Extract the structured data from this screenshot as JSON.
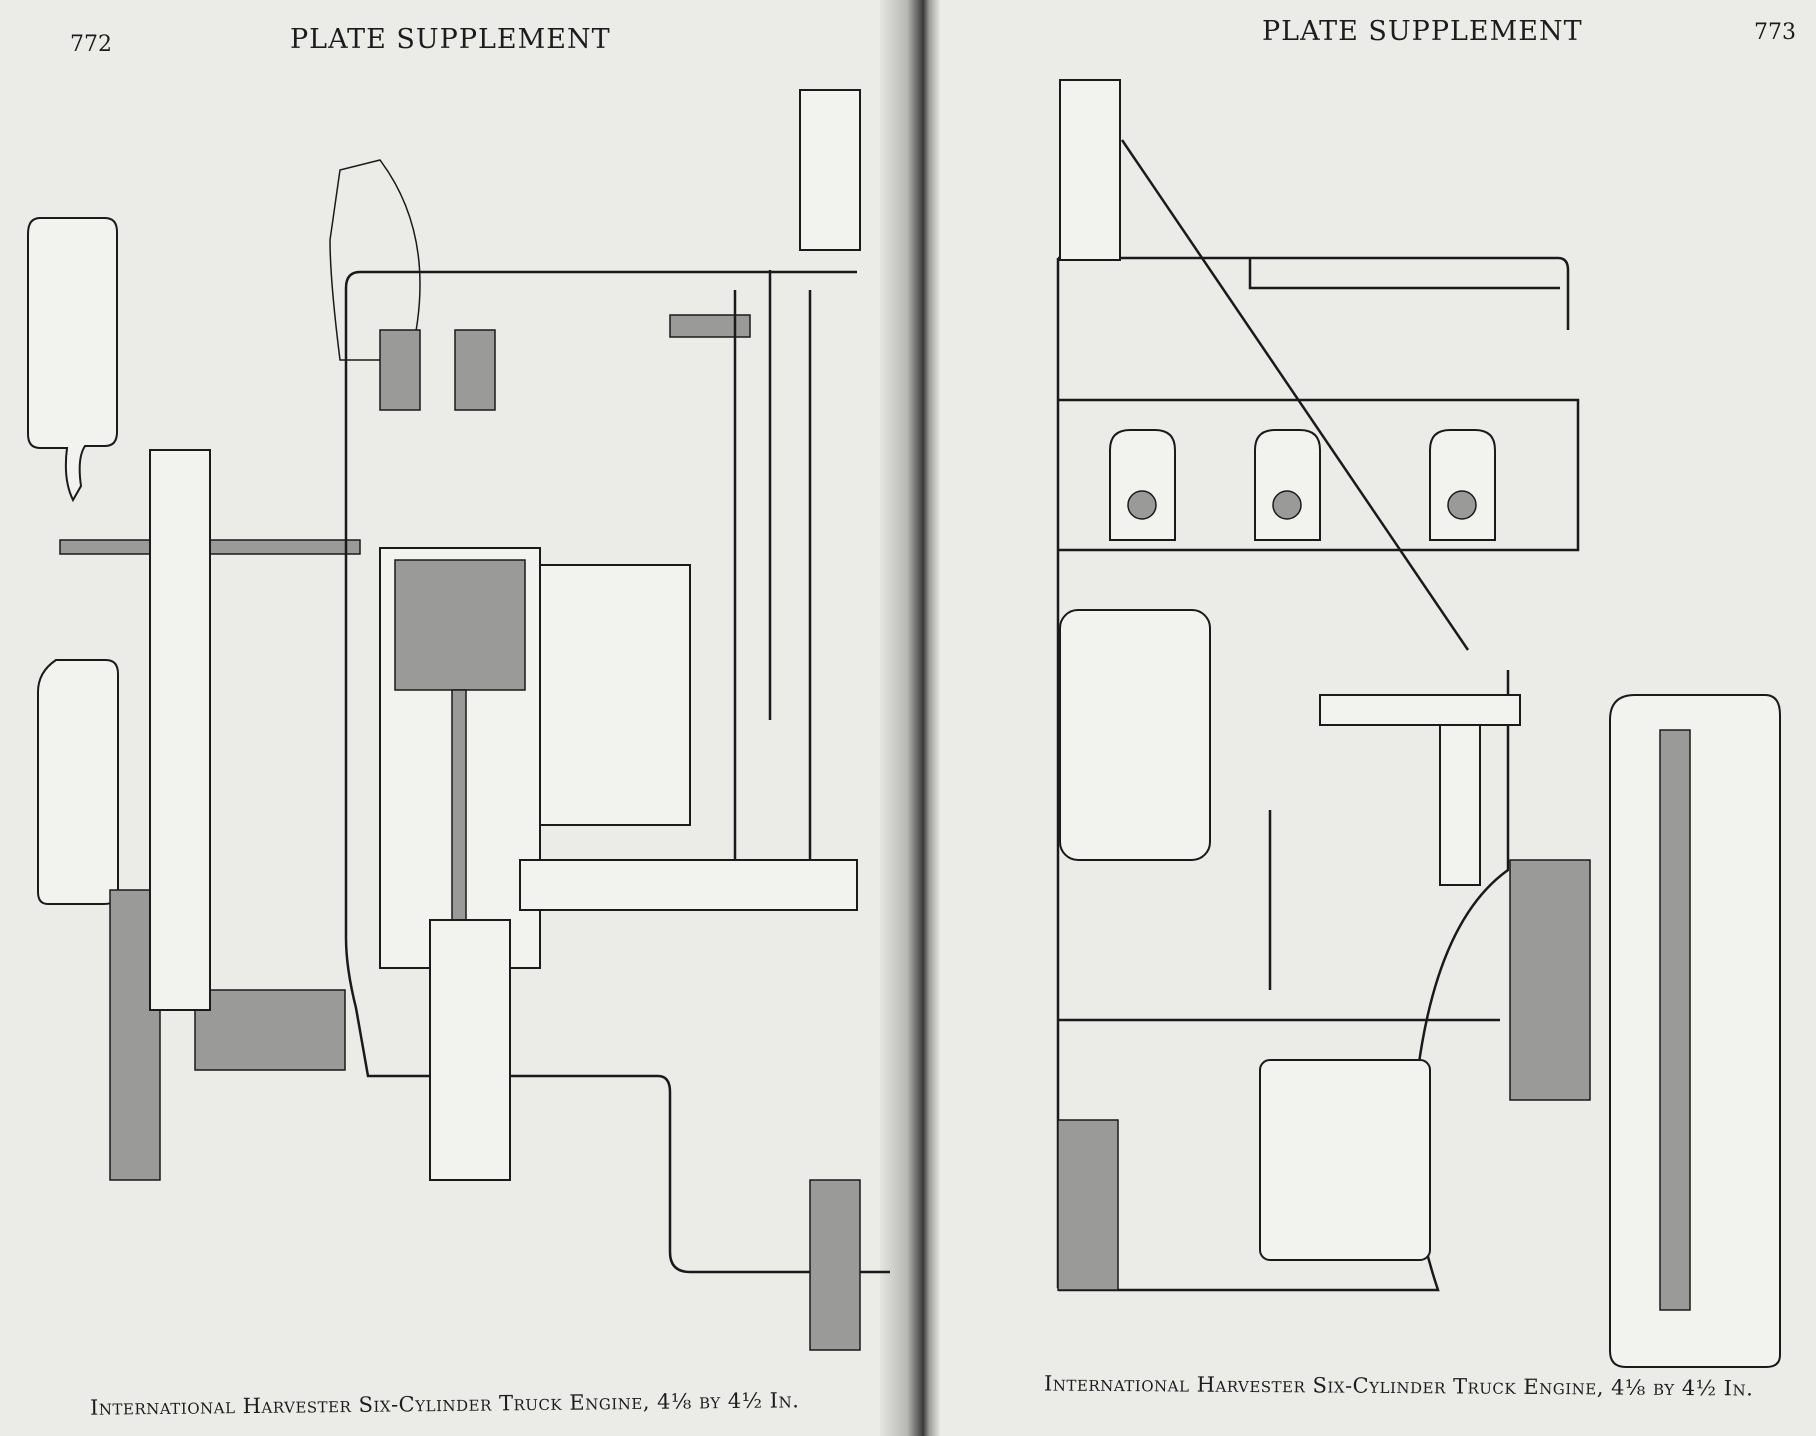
{
  "left_page": {
    "page_number": "772",
    "running_head": "PLATE SUPPLEMENT",
    "caption": "International Harvester Six-Cylinder Truck Engine, 4⅛ by 4½ In."
  },
  "right_page": {
    "page_number": "773",
    "running_head": "PLATE SUPPLEMENT",
    "caption": "International Harvester Six-Cylinder Truck Engine, 4⅛ by 4½ In."
  }
}
